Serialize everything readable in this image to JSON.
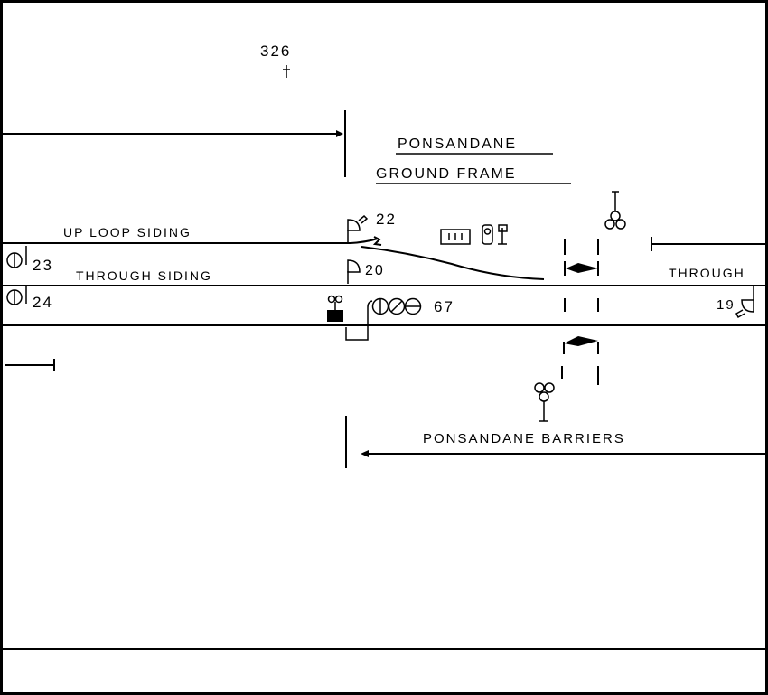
{
  "diagram": {
    "mileage_marker": "326",
    "titles": {
      "ground_frame_line1": "PONSANDANE",
      "ground_frame_line2": "GROUND FRAME",
      "barriers": "PONSANDANE BARRIERS"
    },
    "tracks": {
      "up_loop_siding": "UP LOOP SIDING",
      "through_siding": "THROUGH SIDING",
      "through": "THROUGH"
    },
    "signals": {
      "s23": "23",
      "s24": "24",
      "s22": "22",
      "s20": "20",
      "s67": "67",
      "s19": "19"
    }
  }
}
